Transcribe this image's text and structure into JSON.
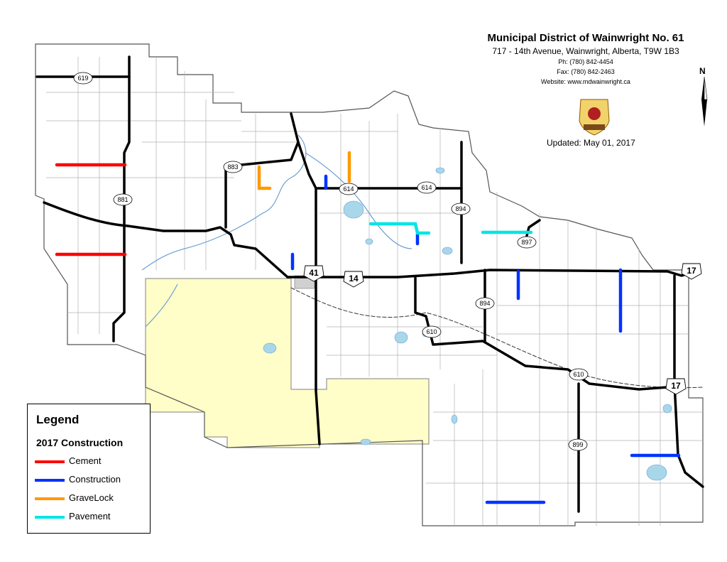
{
  "header": {
    "title": "Municipal District of Wainwright No. 61",
    "address": "717 - 14th Avenue, Wainwright, Alberta, T9W 1B3",
    "phone": "Ph: (780) 842-4454",
    "fax": "Fax: (780) 842-2463",
    "website": "Website: www.mdwainwright.ca",
    "updated": "Updated: May 01, 2017"
  },
  "north_arrow": {
    "label": "N"
  },
  "highways": {
    "h619": "619",
    "h881": "881",
    "h883": "883",
    "h614a": "614",
    "h614b": "614",
    "h894a": "894",
    "h894b": "894",
    "h897": "897",
    "h41": "41",
    "h14": "14",
    "h17a": "17",
    "h17b": "17",
    "h610a": "610",
    "h610b": "610",
    "h899": "899"
  },
  "legend": {
    "title": "Legend",
    "subtitle": "2017 Construction",
    "items": [
      {
        "label": "Cement",
        "color": "#ff0000"
      },
      {
        "label": "Construction",
        "color": "#0033ff"
      },
      {
        "label": "GraveLock",
        "color": "#ff9900"
      },
      {
        "label": "Pavement",
        "color": "#00e5e5"
      }
    ]
  },
  "colors": {
    "base_area": "#fffdc8",
    "road": "#000000",
    "grid": "#999999",
    "water": "#a9d7ea",
    "river": "#6b9fd6"
  }
}
